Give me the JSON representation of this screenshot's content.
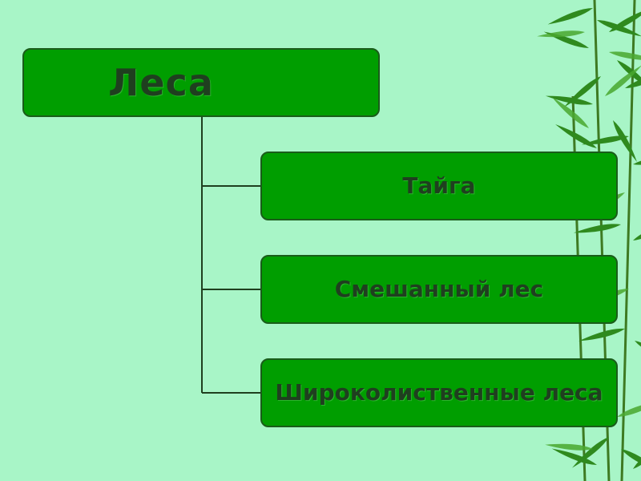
{
  "diagram": {
    "root": {
      "label": "Леса"
    },
    "children": [
      {
        "label": "Тайга"
      },
      {
        "label": "Смешанный лес"
      },
      {
        "label": "Широколиственные леса"
      }
    ]
  },
  "colors": {
    "background": "#a8f5c7",
    "box_fill": "#009e00",
    "box_border": "#1a5c1a",
    "text": "#1f3f1f",
    "connector": "#1f3f1f"
  },
  "icons": [
    "bamboo-leaves-decoration"
  ]
}
